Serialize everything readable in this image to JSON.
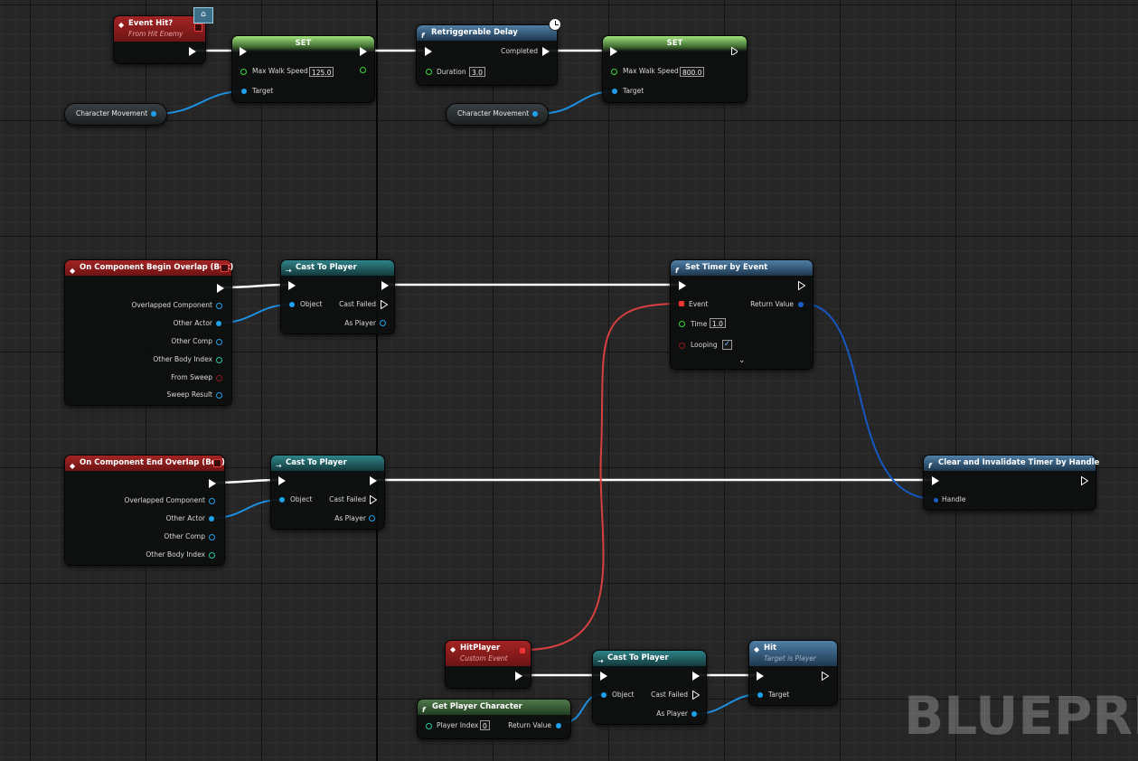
{
  "watermark": "BLUEPRIN",
  "nodes": {
    "event_hit": {
      "title": "Event Hit?",
      "subtitle": "From Hit Enemy"
    },
    "set1": {
      "title": "SET",
      "pin_speed": "Max Walk Speed",
      "speed_value": "125.0",
      "pin_target": "Target"
    },
    "char_move1": {
      "label": "Character Movement"
    },
    "delay": {
      "title": "Retriggerable Delay",
      "completed": "Completed",
      "pin_duration": "Duration",
      "duration_value": "3.0"
    },
    "set2": {
      "title": "SET",
      "pin_speed": "Max Walk Speed",
      "speed_value": "800.0",
      "pin_target": "Target"
    },
    "char_move2": {
      "label": "Character Movement"
    },
    "begin_overlap": {
      "title": "On Component Begin Overlap (Box)",
      "pins": [
        "Overlapped Component",
        "Other Actor",
        "Other Comp",
        "Other Body Index",
        "From Sweep",
        "Sweep Result"
      ]
    },
    "cast1": {
      "title": "Cast To Player",
      "object": "Object",
      "cast_failed": "Cast Failed",
      "as_player": "As Player"
    },
    "set_timer": {
      "title": "Set Timer by Event",
      "event": "Event",
      "return_value": "Return Value",
      "time": "Time",
      "time_value": "1.0",
      "looping": "Looping"
    },
    "end_overlap": {
      "title": "On Component End Overlap (Box)",
      "pins": [
        "Overlapped Component",
        "Other Actor",
        "Other Comp",
        "Other Body Index"
      ]
    },
    "cast2": {
      "title": "Cast To Player",
      "object": "Object",
      "cast_failed": "Cast Failed",
      "as_player": "As Player"
    },
    "clear_timer": {
      "title": "Clear and Invalidate Timer by Handle",
      "handle": "Handle"
    },
    "hit_player": {
      "title": "HitPlayer",
      "subtitle": "Custom Event"
    },
    "cast3": {
      "title": "Cast To Player",
      "object": "Object",
      "cast_failed": "Cast Failed",
      "as_player": "As Player"
    },
    "hit": {
      "title": "Hit",
      "subtitle": "Target is Player",
      "target": "Target"
    },
    "get_player": {
      "title": "Get Player Character",
      "player_index": "Player Index",
      "index_value": "0",
      "return_value": "Return Value"
    }
  },
  "colors": {
    "exec_wire": "#ffffff",
    "object_wire": "#1e90e0",
    "delegate_wire": "#d84040",
    "float_pin": "#3ad63a"
  }
}
